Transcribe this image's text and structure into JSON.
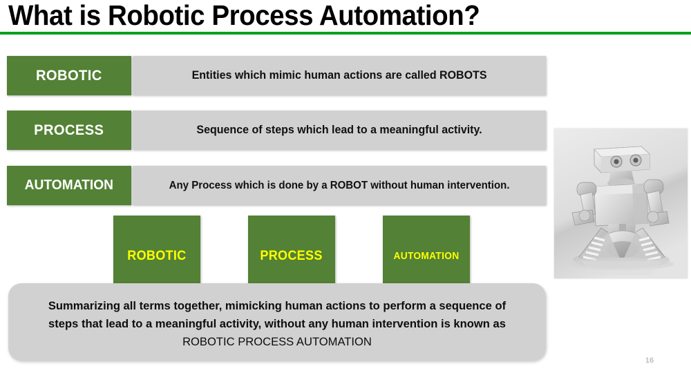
{
  "slide": {
    "title": "What is Robotic Process Automation?",
    "page_number": "16",
    "accent_green": "#538135",
    "rule_green": "#00a21a",
    "panel_gray": "#d1d1d1",
    "highlight_yellow": "#ffff00"
  },
  "definitions": [
    {
      "term": "ROBOTIC",
      "description": "Entities which mimic human actions are called ROBOTS"
    },
    {
      "term": "PROCESS",
      "description": "Sequence of steps which lead to a meaningful activity."
    },
    {
      "term": "AUTOMATION",
      "description": "Any Process which is done by a ROBOT without human intervention."
    }
  ],
  "term_squares": [
    {
      "label": "ROBOTIC"
    },
    {
      "label": "PROCESS"
    },
    {
      "label": "AUTOMATION"
    }
  ],
  "summary": {
    "line1": "Summarizing all terms together, mimicking human actions to perform a sequence of",
    "line2": "steps that lead to a meaningful activity, without any human intervention is known as",
    "line3": "ROBOTIC PROCESS AUTOMATION"
  },
  "illustration": {
    "alt": "robot-illustration"
  }
}
